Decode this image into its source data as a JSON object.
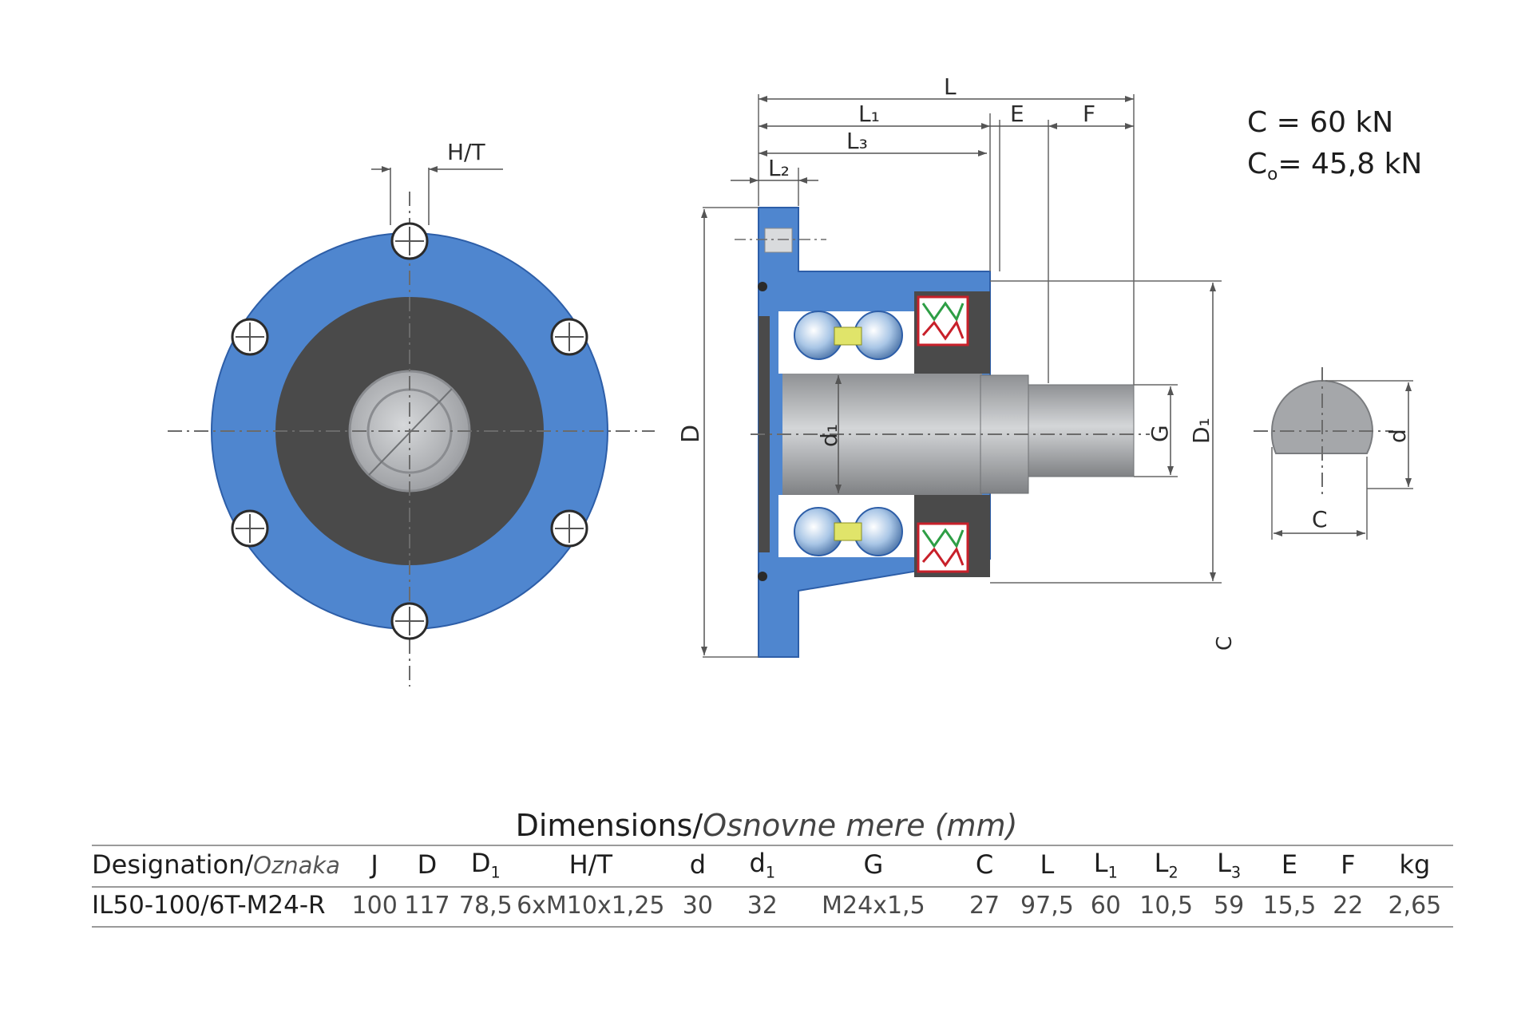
{
  "specs": {
    "c_label": "C = 60 kN",
    "c0_prefix": "C",
    "c0_sub": "o",
    "c0_value": "= 45,8 kN"
  },
  "drawing_labels": {
    "ht": "H/T",
    "L": "L",
    "L1": "L₁",
    "L2": "L₂",
    "L3": "L₃",
    "E": "E",
    "F": "F",
    "D": "D",
    "d1": "d₁",
    "G": "G",
    "D1": "D₁",
    "d": "d",
    "C": "C",
    "C_vertical": "C"
  },
  "table": {
    "title_main": "Dimensions/",
    "title_italic": "Osnovne mere (mm)",
    "header_designation": "Designation/",
    "header_designation_italic": "Oznaka",
    "headers": [
      {
        "text": "J",
        "sub": ""
      },
      {
        "text": "D",
        "sub": ""
      },
      {
        "text": "D",
        "sub": "1"
      },
      {
        "text": "H/T",
        "sub": ""
      },
      {
        "text": "d",
        "sub": ""
      },
      {
        "text": "d",
        "sub": "1"
      },
      {
        "text": "G",
        "sub": ""
      },
      {
        "text": "C",
        "sub": ""
      },
      {
        "text": "L",
        "sub": ""
      },
      {
        "text": "L",
        "sub": "1"
      },
      {
        "text": "L",
        "sub": "2"
      },
      {
        "text": "L",
        "sub": "3"
      },
      {
        "text": "E",
        "sub": ""
      },
      {
        "text": "F",
        "sub": ""
      },
      {
        "text": "kg",
        "sub": ""
      }
    ],
    "row": {
      "designation": "IL50-100/6T-M24-R",
      "values": [
        "100",
        "117",
        "78,5",
        "6xM10x1,25",
        "30",
        "32",
        "M24x1,5",
        "27",
        "97,5",
        "60",
        "10,5",
        "59",
        "15,5",
        "22",
        "2,65"
      ]
    }
  },
  "colors": {
    "blue": "#4f86cf",
    "blue_dark": "#2d5ea8",
    "gray_dark": "#4a4a4a",
    "shaft_gray": "#a9abad",
    "seal_red": "#c8202a",
    "seal_green": "#2e9e45"
  }
}
